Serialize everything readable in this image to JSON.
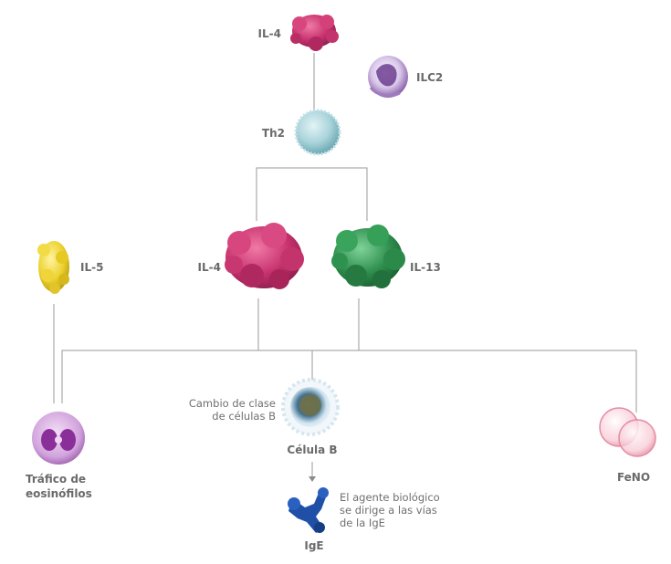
{
  "nodes": {
    "il4_top": "IL-4",
    "ilc2": "ILC2",
    "th2": "Th2",
    "il5": "IL-5",
    "il4_mid": "IL-4",
    "il13": "IL-13",
    "eos_line1": "Tráfico de",
    "eos_line2": "eosinófilos",
    "bcell": "Célula B",
    "feno": "FeNO",
    "ige": "IgE"
  },
  "notes": {
    "class_switch_line1": "Cambio de clase",
    "class_switch_line2": "de células B",
    "biologic_line1": "El agente biológico",
    "biologic_line2": "se dirige a las vías",
    "biologic_line3": "de la IgE"
  },
  "colors": {
    "line": "#9a9a9a",
    "il4": "#c8336f",
    "il13": "#2f8f4e",
    "il5": "#ecd22e",
    "th2": "#8fc6cf",
    "ilc2": "#7a4a9a",
    "eosinophil": "#a860b8",
    "bcell": "#7aa9c4",
    "ige": "#1f4fa6",
    "feno": "#f2a0b4"
  },
  "icons": {
    "il4_top": "il4-protein-icon",
    "ilc2": "ilc2-cell-icon",
    "th2": "th2-cell-icon",
    "il5": "il5-protein-icon",
    "il4_mid": "il4-protein-icon",
    "il13": "il13-protein-icon",
    "eosinophil": "eosinophil-cell-icon",
    "bcell": "b-cell-icon",
    "ige": "ige-antibody-icon",
    "feno": "feno-bubbles-icon"
  }
}
